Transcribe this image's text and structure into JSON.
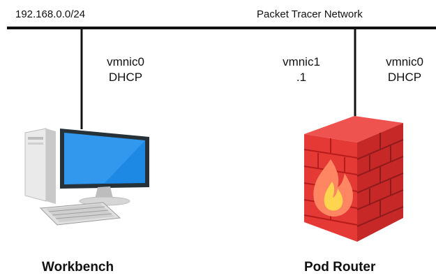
{
  "network": {
    "left_label": "192.168.0.0/24",
    "right_label": "Packet Tracer Network"
  },
  "workbench": {
    "name": "Workbench",
    "nic": "vmnic0",
    "addr": "DHCP"
  },
  "router": {
    "name": "Pod Router",
    "nic_left": "vmnic1",
    "addr_left": ".1",
    "nic_right": "vmnic0",
    "addr_right": "DHCP"
  },
  "colors": {
    "line": "#111111",
    "brick": "#e53935",
    "brick_dark": "#b71c1c",
    "flame_outer": "#ff8a65",
    "flame_inner": "#ffd54f",
    "screen": "#1e88e5",
    "case": "#e0e0e0"
  },
  "icons": [
    "desktop-computer-icon",
    "firewall-icon"
  ]
}
